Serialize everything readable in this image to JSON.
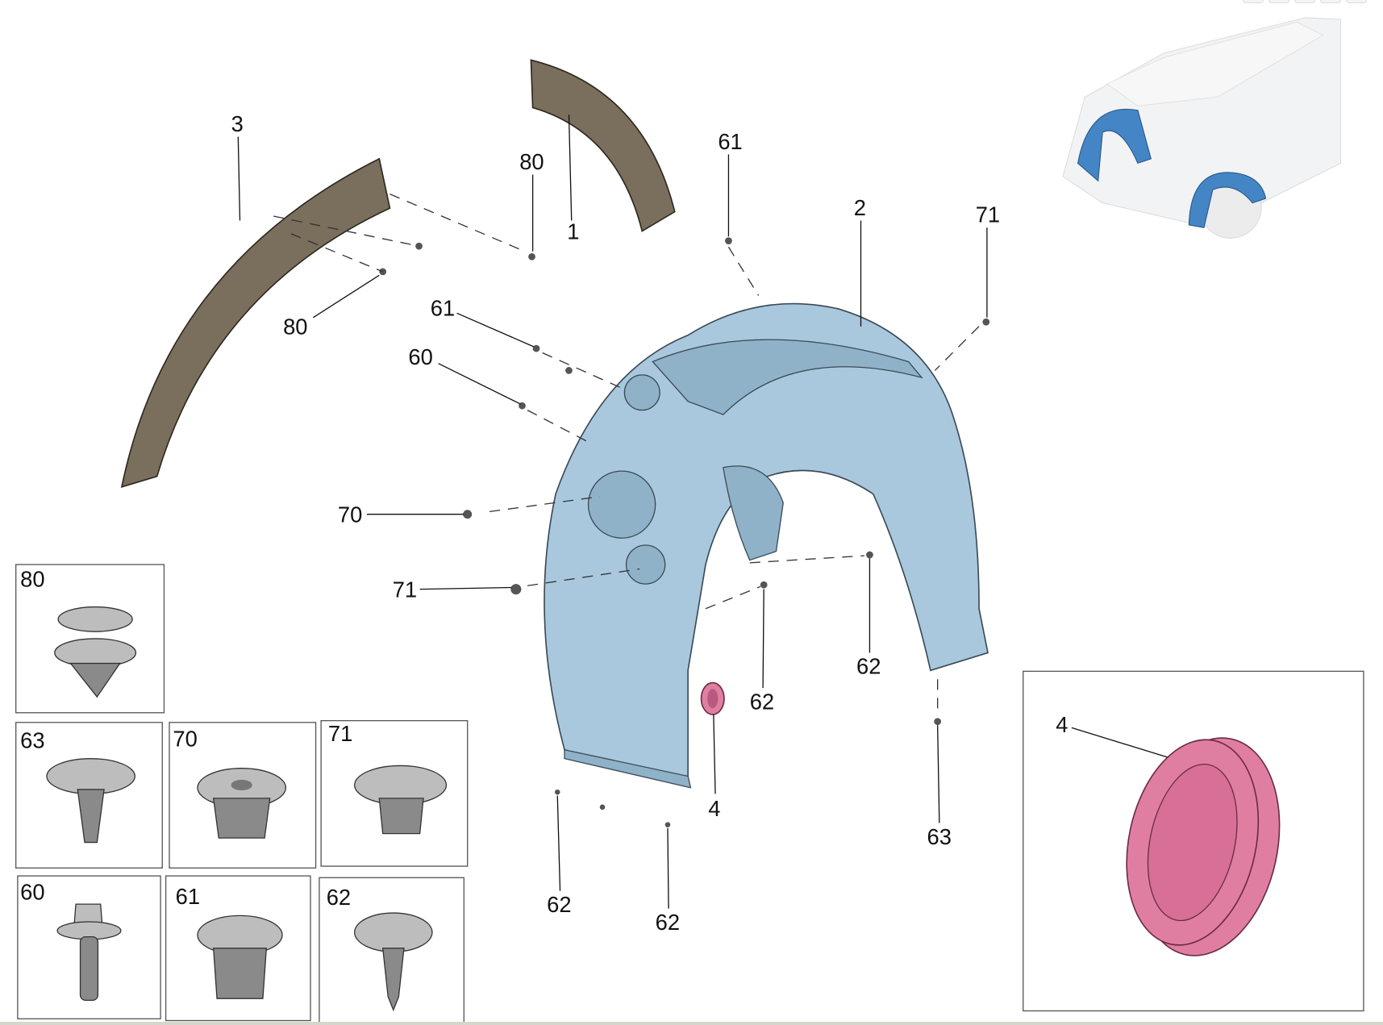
{
  "diagram": {
    "callouts": {
      "c3": "3",
      "c80a": "80",
      "c1": "1",
      "c61a": "61",
      "c2": "2",
      "c71a": "71",
      "c61b": "61",
      "c80b": "80",
      "c60": "60",
      "c70": "70",
      "c71b": "71",
      "c62a": "62",
      "c62b": "62",
      "c4": "4",
      "c63": "63",
      "c62c": "62",
      "c62d": "62"
    },
    "detail_boxes": [
      "80",
      "63",
      "70",
      "71",
      "60",
      "61",
      "62"
    ],
    "inset_label": "4",
    "colors": {
      "liner": "#a9c8dd",
      "trim": "#7a6f5c",
      "grommet": "#e07ea2",
      "locator_highlight": "#3a7fc4"
    }
  }
}
